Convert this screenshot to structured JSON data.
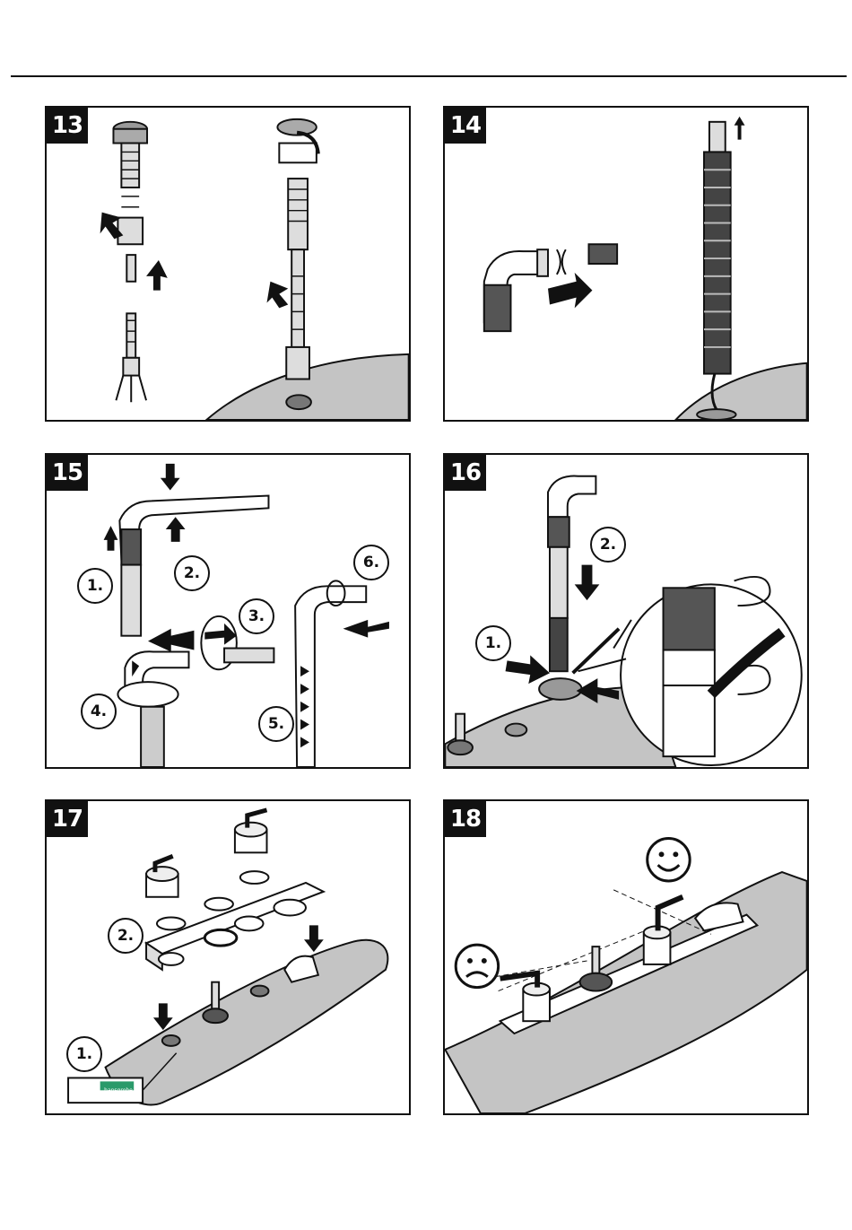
{
  "steps": [
    {
      "number": "13",
      "callouts": []
    },
    {
      "number": "14",
      "callouts": []
    },
    {
      "number": "15",
      "callouts": [
        "1.",
        "2.",
        "3.",
        "4.",
        "5.",
        "6."
      ]
    },
    {
      "number": "16",
      "callouts": [
        "1.",
        "2."
      ]
    },
    {
      "number": "17",
      "callouts": [
        "1.",
        "2."
      ]
    },
    {
      "number": "18",
      "callouts": []
    }
  ],
  "tube_label": "hansgrohe",
  "icons": {
    "good": "smiley-face-icon",
    "bad": "frowning-face-icon"
  },
  "colors": {
    "line": "#111111",
    "deck": "#bdbdbd",
    "tube_band": "#2a9a6a"
  }
}
